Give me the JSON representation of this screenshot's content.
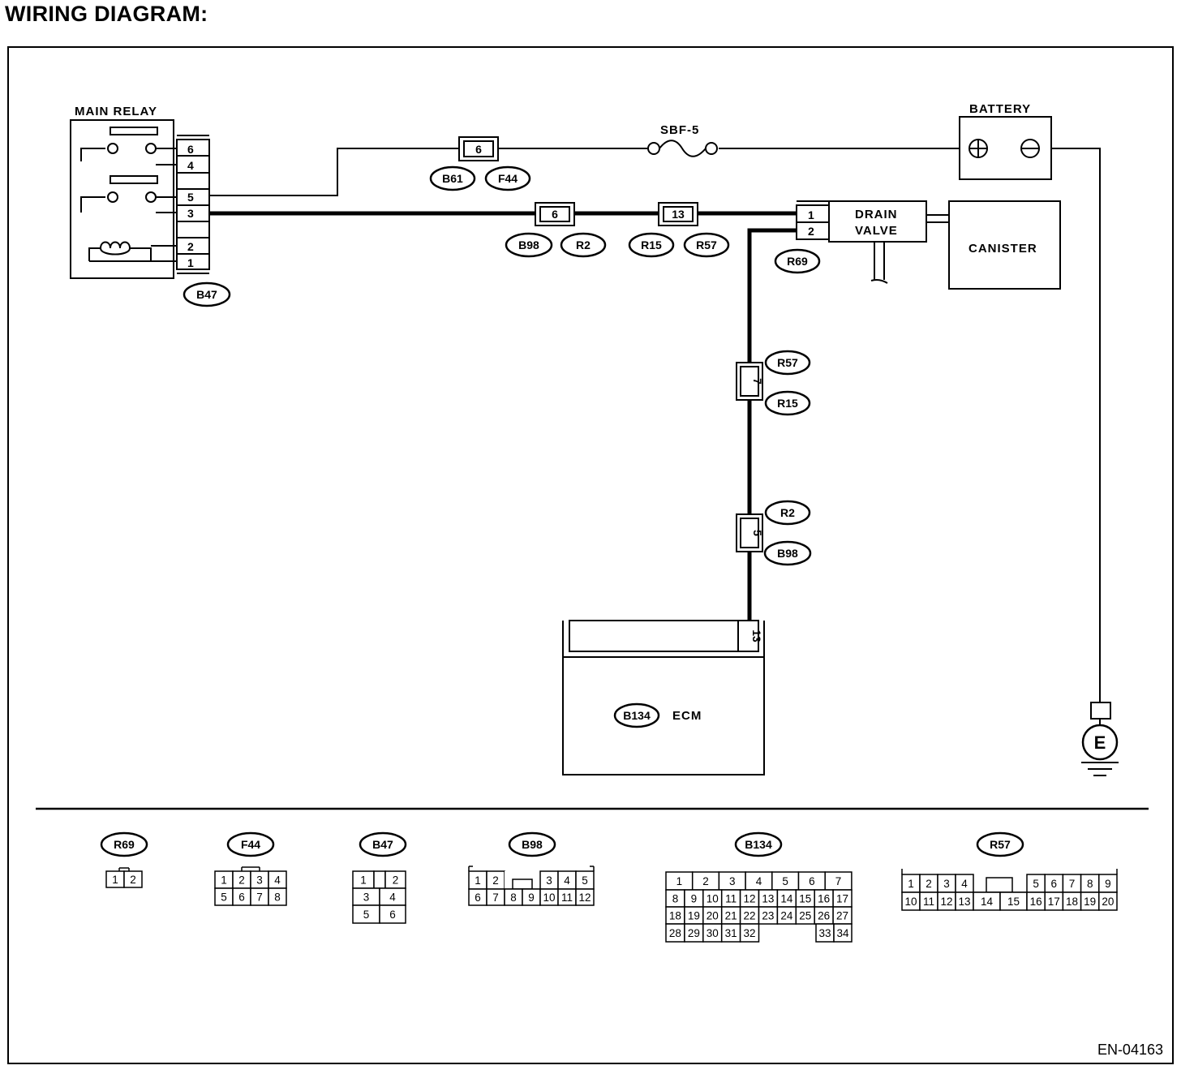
{
  "title": "WIRING DIAGRAM:",
  "components": {
    "main_relay": "MAIN RELAY",
    "battery": "BATTERY",
    "fuse": "SBF-5",
    "drain_valve_line1": "DRAIN",
    "drain_valve_line2": "VALVE",
    "canister": "CANISTER",
    "ecm": "ECM",
    "ground": "E"
  },
  "relay_terminals": [
    "6",
    "4",
    "5",
    "3",
    "2",
    "1"
  ],
  "inline_pins": {
    "b61_f44": "6",
    "b98_r2_upper": "6",
    "r15_r57_upper": "13",
    "drain_valve_1": "1",
    "drain_valve_2": "2",
    "r57_r15_vertical": "7",
    "r2_b98_vertical": "5",
    "ecm_pin": "13"
  },
  "connector_ids": {
    "b47": "B47",
    "b61": "B61",
    "f44": "F44",
    "b98": "B98",
    "r2": "R2",
    "r15": "R15",
    "r57": "R57",
    "r69": "R69",
    "b134": "B134"
  },
  "connector_faces": {
    "r69": {
      "id": "R69",
      "rows": [
        [
          "1",
          "2"
        ]
      ]
    },
    "f44": {
      "id": "F44",
      "rows": [
        [
          "1",
          "2",
          "3",
          "4"
        ],
        [
          "5",
          "6",
          "7",
          "8"
        ]
      ]
    },
    "b47": {
      "id": "B47",
      "rows": [
        [
          "1",
          "",
          "2"
        ],
        [
          "3",
          "4"
        ],
        [
          "5",
          "6"
        ]
      ]
    },
    "b98": {
      "id": "B98",
      "rows": [
        [
          "1",
          "2",
          "",
          "3",
          "4",
          "5"
        ],
        [
          "6",
          "7",
          "8",
          "9",
          "10",
          "11",
          "12"
        ]
      ]
    },
    "b134": {
      "id": "B134",
      "rows": [
        [
          "1",
          "2",
          "3",
          "4",
          "5",
          "6",
          "7"
        ],
        [
          "8",
          "9",
          "10",
          "11",
          "12",
          "13",
          "14",
          "15",
          "16",
          "17"
        ],
        [
          "18",
          "19",
          "20",
          "21",
          "22",
          "23",
          "24",
          "25",
          "26",
          "27"
        ],
        [
          "28",
          "29",
          "30",
          "31",
          "32",
          "33",
          "34"
        ]
      ]
    },
    "r57": {
      "id": "R57",
      "rows": [
        [
          "1",
          "2",
          "3",
          "4",
          "",
          "5",
          "6",
          "7",
          "8",
          "9"
        ],
        [
          "10",
          "11",
          "12",
          "13",
          "14",
          "15",
          "16",
          "17",
          "18",
          "19",
          "20"
        ]
      ]
    }
  },
  "doc_code": "EN-04163"
}
